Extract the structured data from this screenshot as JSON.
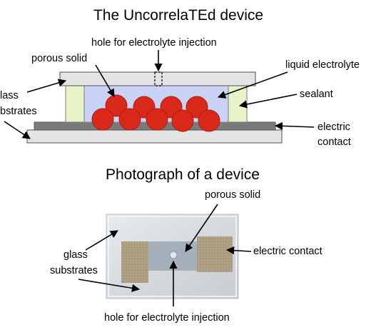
{
  "diagram": {
    "title": "The UncorrelaTEd device",
    "labels": {
      "hole": "hole for electrolyte injection",
      "porous_solid": "porous solid",
      "liquid_electrolyte": "liquid electrolyte",
      "sealant": "sealant",
      "glass_line1": "lass",
      "glass_line2": "bstrates",
      "electric_contact_line1": "electric",
      "electric_contact_line2": "contact"
    },
    "colors": {
      "glass": "#e4e4e4",
      "electrolyte": "#c9d3f6",
      "sealant": "#e7f4c8",
      "particle": "#d9291b",
      "contact": "#7a7a7a"
    }
  },
  "photo": {
    "title": "Photograph of a device",
    "labels": {
      "porous_solid": "porous solid",
      "glass_line1": "glass",
      "glass_line2": "substrates",
      "electric_contact": "electric contact",
      "hole": "hole for electrolyte injection"
    }
  }
}
